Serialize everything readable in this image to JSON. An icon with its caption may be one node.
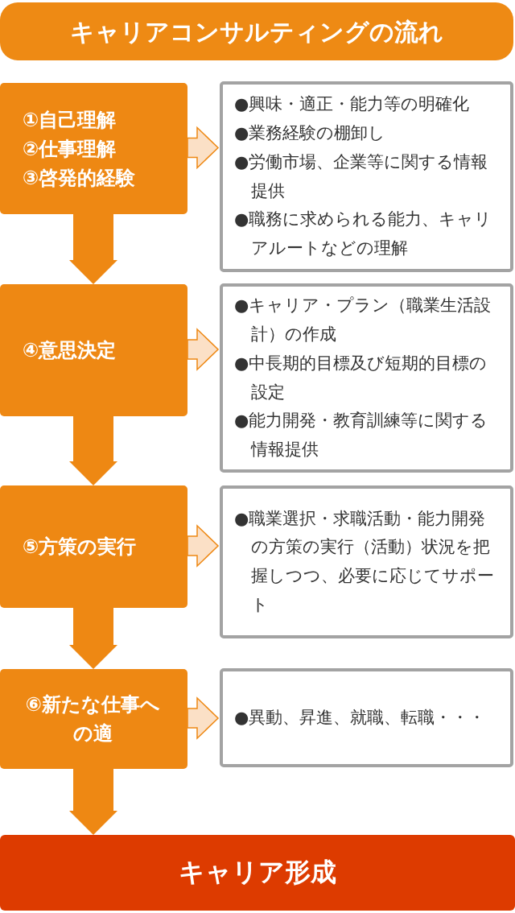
{
  "diagram": {
    "nodes": [
      {
        "text": [
          "キャリアコンサルティングの流れ"
        ]
      },
      {
        "text": [
          "①自己理解",
          "②仕事理解",
          "③啓発的経験"
        ]
      },
      {
        "text": [
          "●興味・適正・能力等の明確化",
          "●業務経験の棚卸し",
          "●労働市場、企業等に関する情報提供",
          "●職務に求められる能力、キャリアルートなどの理解"
        ]
      },
      {
        "text": [
          "④意思決定"
        ]
      },
      {
        "text": [
          "●キャリア・プラン（職業生活設計）の作成",
          "●中長期的目標及び短期的目標の設定",
          "●能力開発・教育訓練等に関する情報提供"
        ]
      },
      {
        "text": [
          "⑤方策の実行"
        ]
      },
      {
        "text": [
          "●職業選択・求職活動・能力開発の方策の実行（活動）状況を把握しつつ、必要に応じてサポート"
        ]
      },
      {
        "text": [
          "⑥新たな仕事への適"
        ]
      },
      {
        "text": [
          "●異動、昇進、就職、転職・・・"
        ]
      },
      {
        "text": [
          "キャリア形成"
        ]
      }
    ],
    "edges": [
      {
        "from": 1,
        "to": 2,
        "arrow": "to",
        "color": "#fbe0c6"
      },
      {
        "from": 1,
        "to": 3,
        "arrow": "to"
      },
      {
        "from": 3,
        "to": 4,
        "arrow": "to",
        "color": "#fbe0c6"
      },
      {
        "from": 3,
        "to": 5,
        "arrow": "to"
      },
      {
        "from": 5,
        "to": 6,
        "arrow": "to",
        "color": "#fbe0c6"
      },
      {
        "from": 5,
        "to": 7,
        "arrow": "to"
      },
      {
        "from": 7,
        "to": 8,
        "arrow": "to",
        "color": "#fbe0c6"
      },
      {
        "from": 7,
        "to": 9,
        "arrow": "to"
      }
    ]
  }
}
